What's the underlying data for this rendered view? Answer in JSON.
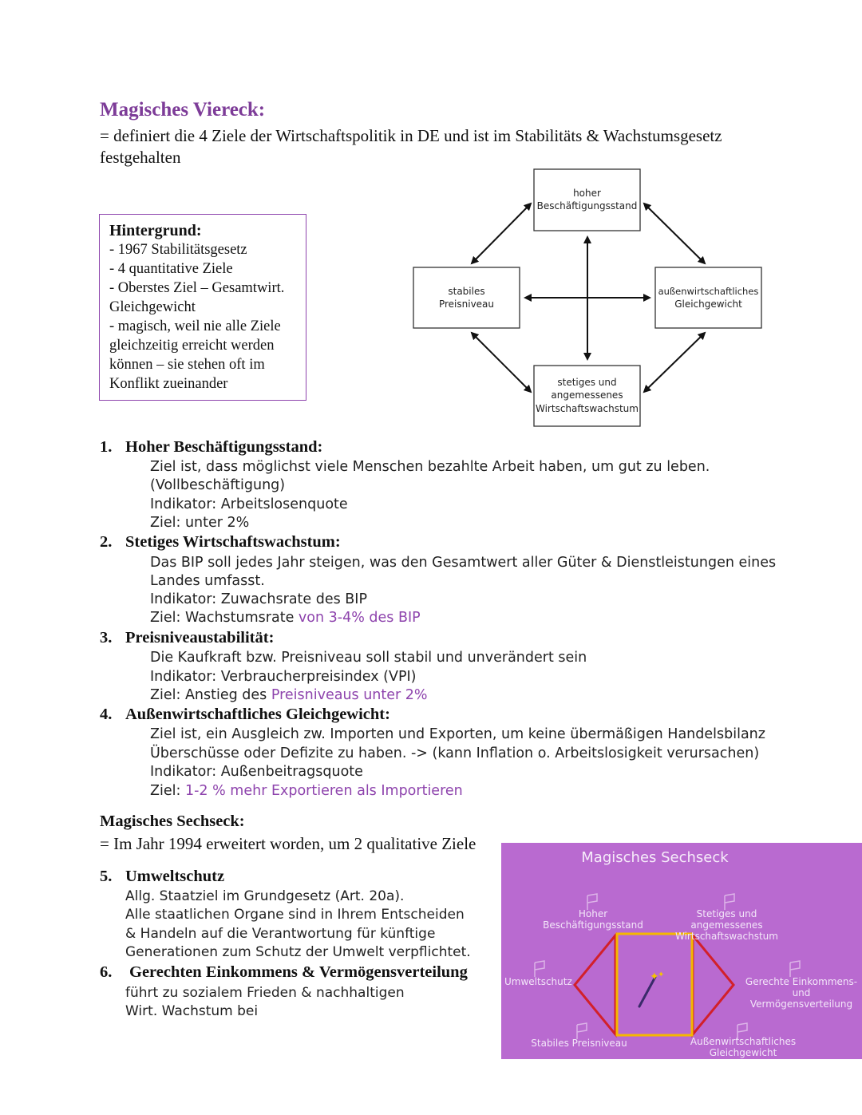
{
  "viereck": {
    "title": "Magisches Viereck:",
    "intro_line1": "= definiert die 4 Ziele der Wirtschaftspolitik in DE und ist im Stabilitäts & Wachstumsgesetz",
    "intro_line2": "festgehalten"
  },
  "hintergrund": {
    "heading": "Hintergrund:",
    "lines": [
      "- 1967 Stabilitätsgesetz",
      "- 4 quantitative Ziele",
      "- Oberstes Ziel – Gesamtwirt.",
      "Gleichgewicht",
      "- magisch, weil nie alle Ziele",
      "gleichzeitig erreicht werden",
      "können – sie stehen oft im",
      "Konflikt zueinander"
    ]
  },
  "diagram": {
    "top": [
      "hoher",
      "Beschäftigungsstand"
    ],
    "left": [
      "stabiles",
      "Preisniveau"
    ],
    "right": [
      "außenwirtschaftliches",
      "Gleichgewicht"
    ],
    "bottom": [
      "stetiges und",
      "angemessenes",
      "Wirtschaftswachstum"
    ]
  },
  "sections": [
    {
      "num": "1.",
      "title": "Hoher Beschäftigungsstand:",
      "l1": "Ziel ist, dass möglichst viele Menschen bezahlte Arbeit haben, um gut zu leben.",
      "l2": "(Vollbeschäftigung)",
      "l3": "Indikator: Arbeitslosenquote",
      "l4": "Ziel: unter 2%"
    },
    {
      "num": "2.",
      "title": "Stetiges Wirtschaftswachstum:",
      "l1": "Das BIP soll jedes Jahr steigen, was den Gesamtwert aller Güter & Dienstleistungen eines",
      "l2": "Landes umfasst.",
      "l3": "Indikator: Zuwachsrate des BIP",
      "l4a": "Ziel: Wachstumsrate ",
      "l4b": "von 3-4% des BIP"
    },
    {
      "num": "3.",
      "title": "Preisniveaustabilität:",
      "l1": "Die Kaufkraft bzw. Preisniveau soll stabil und unverändert sein",
      "l2": "Indikator: Verbraucherpreisindex (VPI)",
      "l3a": "Ziel: Anstieg des ",
      "l3b": "Preisniveaus unter 2%"
    },
    {
      "num": "4.",
      "title": "Außenwirtschaftliches Gleichgewicht:",
      "l1": "Ziel ist, ein Ausgleich zw. Importen und Exporten, um keine übermäßigen Handelsbilanz",
      "l2": "Überschüsse oder Defizite zu haben.  -> (kann Inflation o. Arbeitslosigkeit verursachen)",
      "l3": "Indikator: Außenbeitragsquote",
      "l4a": "Ziel: ",
      "l4b": "1-2 % mehr Exportieren als Importieren"
    }
  ],
  "sechseck": {
    "title": "Magisches Sechseck:",
    "intro": "= Im Jahr 1994 erweitert worden, um 2 qualitative Ziele",
    "s5_num": "5.",
    "s5_title": "Umweltschutz",
    "s5_lines": [
      "Allg. Staatziel im Grundgesetz (Art. 20a).",
      "Alle staatlichen Organe sind in Ihrem Entscheiden",
      "& Handeln auf die Verantwortung  für künftige",
      "Generationen zum  Schutz der Umwelt verpflichtet."
    ],
    "s6_num": "6.",
    "s6_title": "Gerechten Einkommens & Vermögensverteilung",
    "s6_lines": [
      "führt zu sozialem Frieden & nachhaltigen",
      "Wirt. Wachstum bei"
    ]
  },
  "hexagon_image": {
    "title": "Magisches Sechseck",
    "top_left": [
      "Hoher",
      "Beschäftigungsstand"
    ],
    "top_right": [
      "Stetiges und angemessenes",
      "Wirtschaftswachstum"
    ],
    "left": "Umweltschutz",
    "right": [
      "Gerechte Einkommens-",
      "und Vermögensverteilung"
    ],
    "bottom_left": "Stabiles Preisniveau",
    "bottom_right": [
      "Außenwirtschaftliches",
      "Gleichgewicht"
    ],
    "colors": {
      "background": "#b96ad0",
      "square": "#f5b800",
      "wings": "#d2202a"
    }
  }
}
